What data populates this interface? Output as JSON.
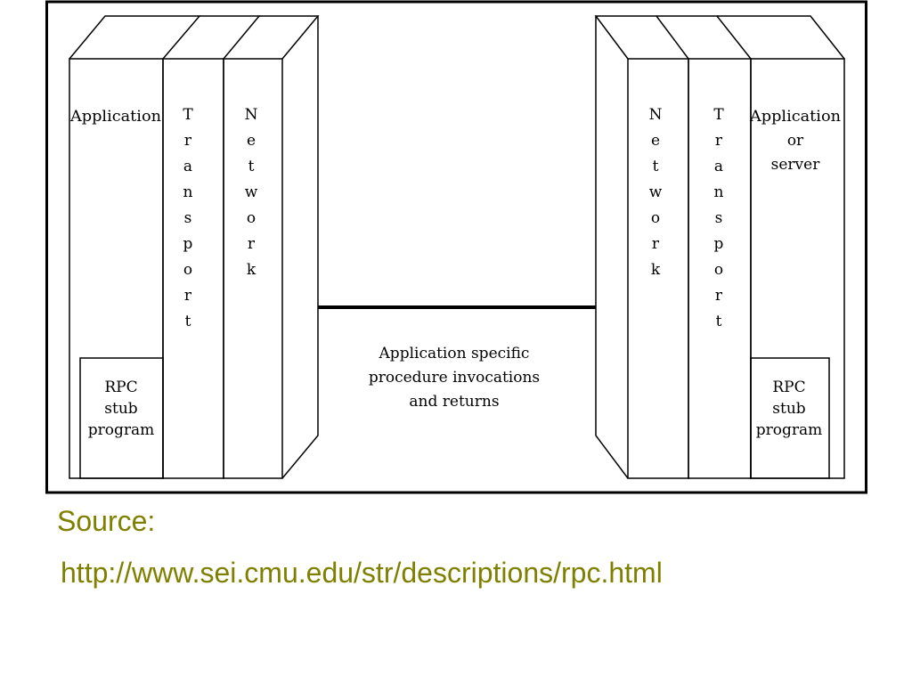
{
  "diagram": {
    "left_stack": {
      "application": "Application",
      "transport": "Transport",
      "network": "Network",
      "stub": [
        "RPC",
        "stub",
        "program"
      ]
    },
    "right_stack": {
      "network": "Network",
      "transport": "Transport",
      "application": [
        "Application",
        "or",
        "server"
      ],
      "stub": [
        "RPC",
        "stub",
        "program"
      ]
    },
    "link_label": [
      "Application specific",
      "procedure invocations",
      "and returns"
    ]
  },
  "caption": {
    "source_label": "Source:",
    "url": "http://www.sei.cmu.edu/str/descriptions/rpc.html"
  },
  "colors": {
    "caption": "#808000",
    "lines": "#000000"
  }
}
